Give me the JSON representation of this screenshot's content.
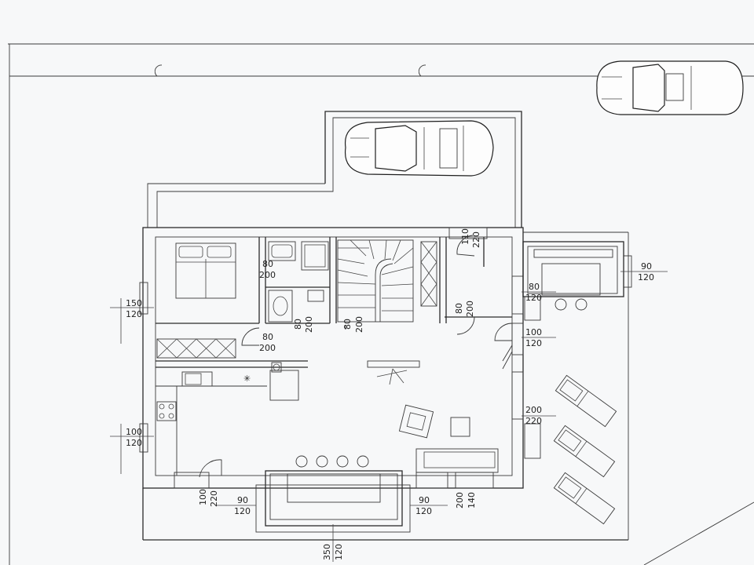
{
  "dimension_labels": {
    "win_left_top_w": "150",
    "win_left_top_h": "120",
    "win_left_bot_w": "100",
    "win_left_bot_h": "120",
    "door_bed_w": "80",
    "door_bed_h": "200",
    "door_hall_w": "80",
    "door_hall_h": "200",
    "door_wc_w": "80",
    "door_wc_h": "200",
    "door_stair_w": "80",
    "door_stair_h": "200",
    "door_right_w": "80",
    "door_right_h": "200",
    "entry_w": "110",
    "entry_h": "220",
    "win_right_top_w": "80",
    "win_right_top_h": "120",
    "win_right_mid_w": "100",
    "win_right_mid_h": "120",
    "door_terrace_w": "200",
    "door_terrace_h": "220",
    "win_ext_w": "90",
    "win_ext_h": "120",
    "door_bottom_left_w": "100",
    "door_bottom_left_h": "220",
    "win_bottom_left_w": "90",
    "win_bottom_left_h": "120",
    "win_bottom_right_w": "90",
    "win_bottom_right_h": "120",
    "win_bottom_door_w": "200",
    "win_bottom_door_h": "140",
    "bay_w": "350",
    "bay_h": "120"
  }
}
